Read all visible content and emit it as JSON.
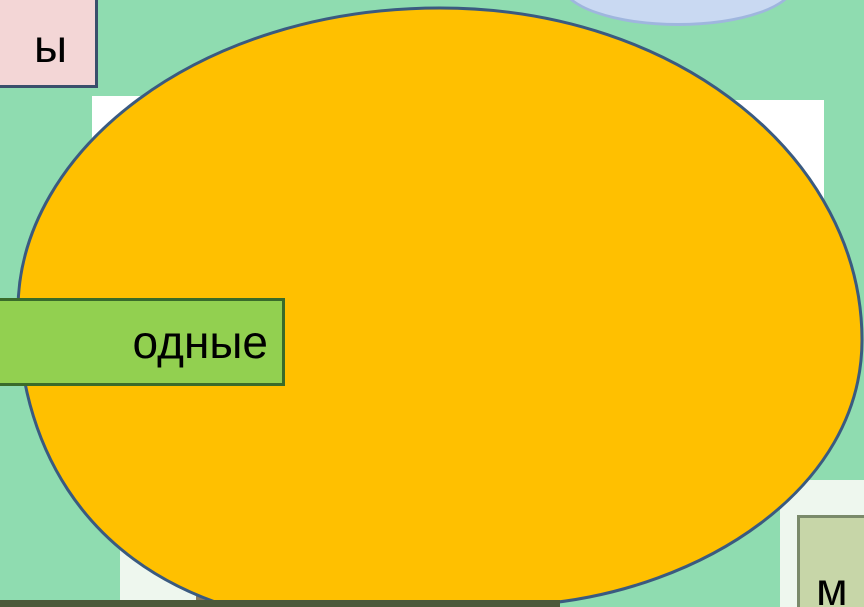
{
  "labels": {
    "top_left": "ы",
    "green": "одные",
    "bottom_right": "м"
  },
  "colors": {
    "background": "#8fdcb0",
    "oval_fill": "#ffc000",
    "oval_stroke": "#3a5a80",
    "green_box": "#92d050",
    "pink_box": "#f3d6d6",
    "olive_box": "#c7d6a8",
    "bubble": "#c9d9f2"
  }
}
